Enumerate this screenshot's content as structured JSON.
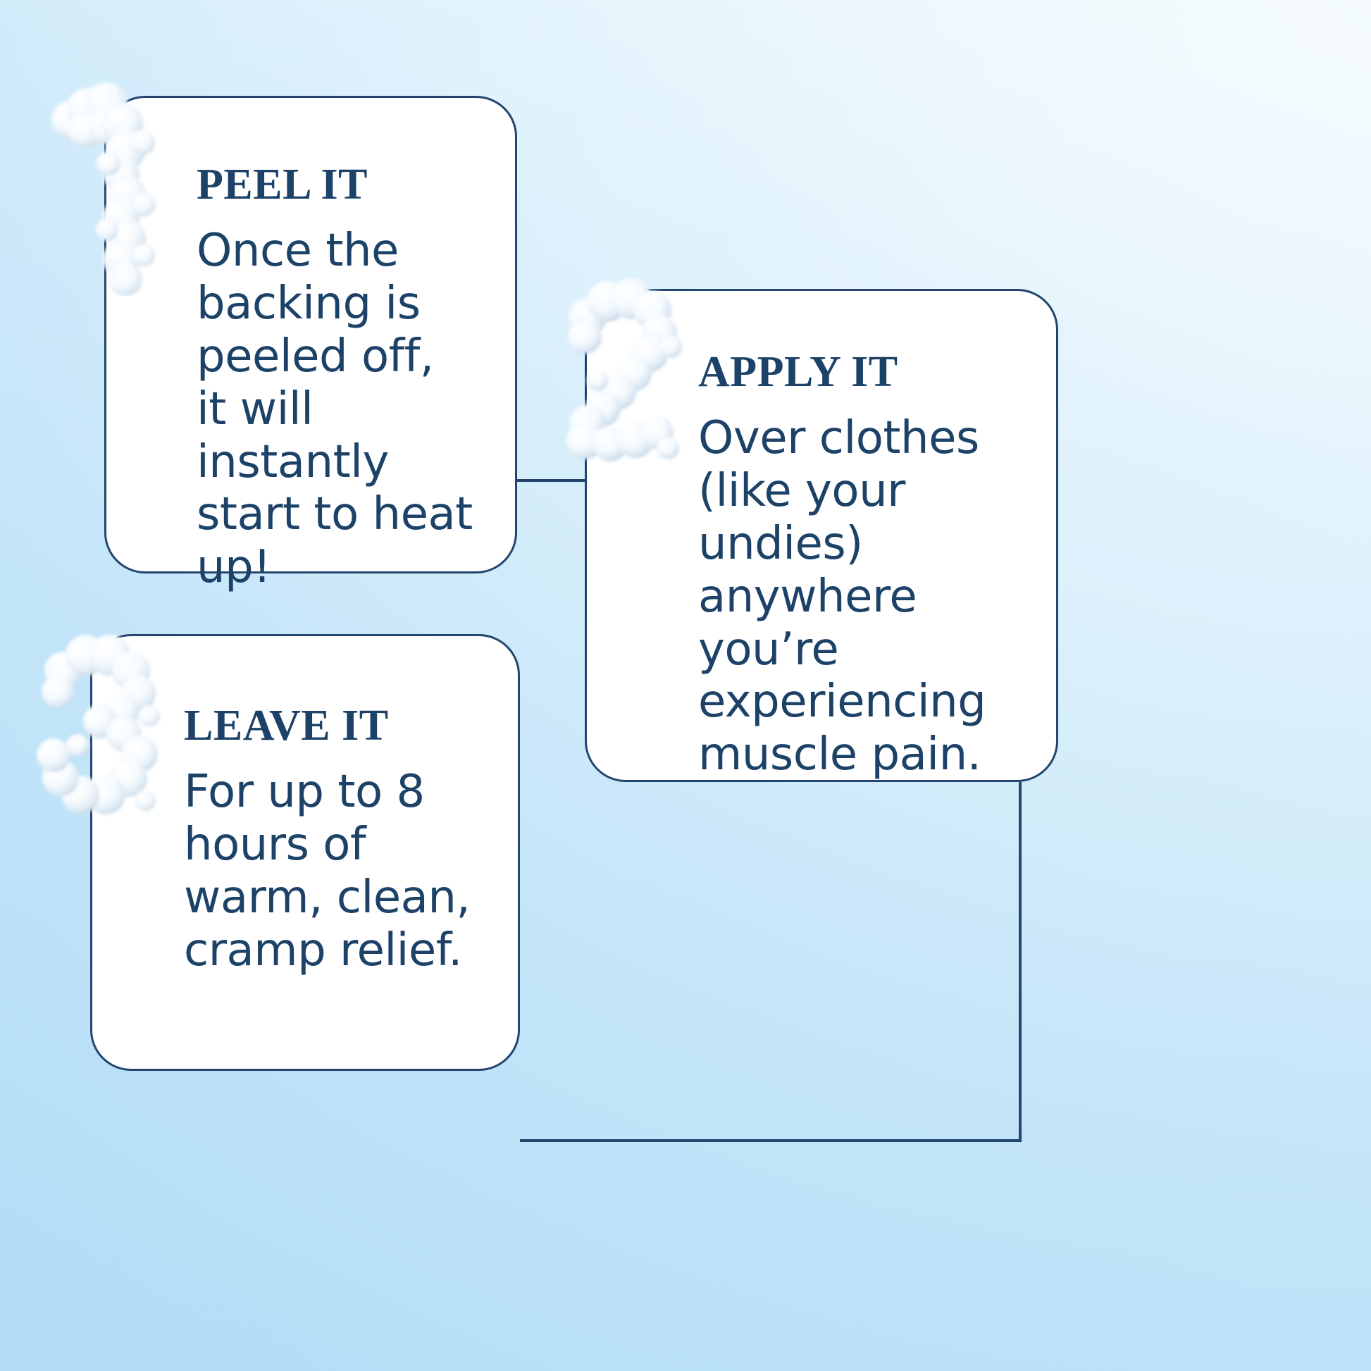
{
  "meta": {
    "kind": "instructional-infographic",
    "background_color_light": "#e6f5fd",
    "background_color_deep": "#b7e0f7",
    "card_surface_color": "#ffffff",
    "ink_color": "#1d4268",
    "border_color": "#23456e"
  },
  "steps": [
    {
      "number": "1",
      "numeral_icon": "cloud-numeral-one-icon",
      "title": "PEEL IT",
      "body": "Once the backing is peeled off, it will instantly start to heat up!"
    },
    {
      "number": "2",
      "numeral_icon": "cloud-numeral-two-icon",
      "title": "APPLY IT",
      "body": "Over clothes (like your undies) anywhere you’re experiencing muscle pain."
    },
    {
      "number": "3",
      "numeral_icon": "cloud-numeral-three-icon",
      "title": "LEAVE IT",
      "body": "For up to 8 hours of warm, clean, cramp relief."
    }
  ],
  "connectors": [
    {
      "name": "connector-step1-to-step2",
      "from": "step-1",
      "to": "step-2"
    },
    {
      "name": "connector-step2-to-step3",
      "from": "step-2",
      "to": "step-3"
    }
  ]
}
